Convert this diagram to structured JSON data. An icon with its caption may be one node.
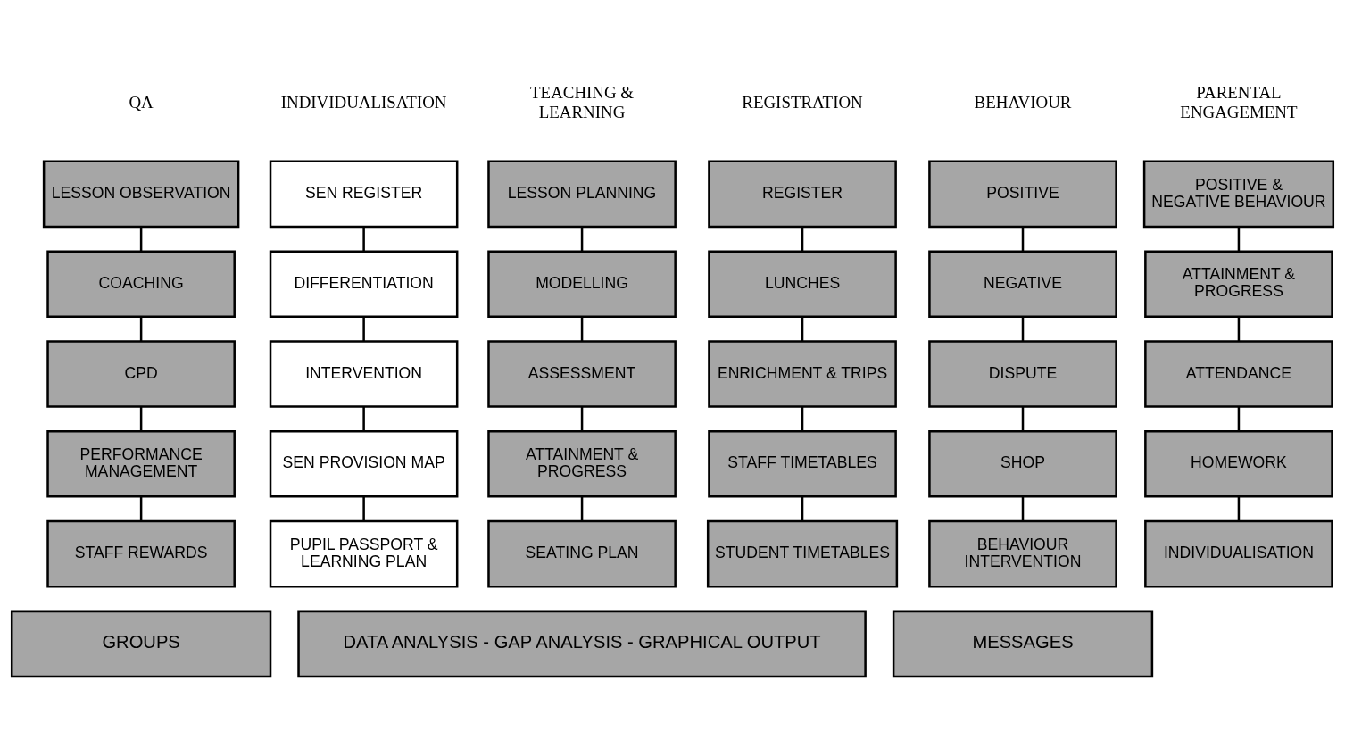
{
  "diagram": {
    "nodes": [
      {
        "text": [
          "LESSON OBSERVATION"
        ]
      },
      {
        "text": [
          "COACHING"
        ]
      },
      {
        "text": [
          "CPD"
        ]
      },
      {
        "text": [
          "PERFORMANCE MANAGEMENT"
        ]
      },
      {
        "text": [
          "STAFF REWARDS"
        ]
      },
      {
        "text": [
          "SEN REGISTER"
        ]
      },
      {
        "text": [
          "DIFFERENTIATION"
        ]
      },
      {
        "text": [
          "INTERVENTION"
        ]
      },
      {
        "text": [
          "SEN PROVISION MAP"
        ]
      },
      {
        "text": [
          "PUPIL PASSPORT & LEARNING PLAN"
        ]
      },
      {
        "text": [
          "LESSON PLANNING"
        ]
      },
      {
        "text": [
          "MODELLING"
        ]
      },
      {
        "text": [
          "ASSESSMENT"
        ]
      },
      {
        "text": [
          "ATTAINMENT & PROGRESS"
        ]
      },
      {
        "text": [
          "SEATING PLAN"
        ]
      },
      {
        "text": [
          "REGISTER"
        ]
      },
      {
        "text": [
          "LUNCHES"
        ]
      },
      {
        "text": [
          "ENRICHMENT & TRIPS"
        ]
      },
      {
        "text": [
          "STAFF TIMETABLES"
        ]
      },
      {
        "text": [
          "STUDENT TIMETABLES"
        ]
      },
      {
        "text": [
          "POSITIVE"
        ]
      },
      {
        "text": [
          "NEGATIVE"
        ]
      },
      {
        "text": [
          "DISPUTE"
        ]
      },
      {
        "text": [
          "SHOP"
        ]
      },
      {
        "text": [
          "BEHAVIOUR INTERVENTION"
        ]
      },
      {
        "text": [
          "POSITIVE & NEGATIVE BEHAVIOUR"
        ]
      },
      {
        "text": [
          "ATTAINMENT & PROGRESS"
        ]
      },
      {
        "text": [
          "ATTENDANCE"
        ]
      },
      {
        "text": [
          "HOMEWORK"
        ]
      },
      {
        "text": [
          "INDIVIDUALISATION"
        ]
      },
      {
        "text": [
          "GROUPS"
        ]
      },
      {
        "text": [
          "DATA ANALYSIS - GAP ANALYSIS - GRAPHICAL OUTPUT"
        ]
      },
      {
        "text": [
          "MESSAGES"
        ]
      }
    ],
    "edges": [
      {
        "from": 0,
        "to": 1,
        "arrow": "none"
      },
      {
        "from": 1,
        "to": 2,
        "arrow": "none"
      },
      {
        "from": 2,
        "to": 3,
        "arrow": "none"
      },
      {
        "from": 3,
        "to": 4,
        "arrow": "none"
      },
      {
        "from": 5,
        "to": 6,
        "arrow": "none"
      },
      {
        "from": 6,
        "to": 7,
        "arrow": "none"
      },
      {
        "from": 7,
        "to": 8,
        "arrow": "none"
      },
      {
        "from": 8,
        "to": 9,
        "arrow": "none"
      },
      {
        "from": 10,
        "to": 11,
        "arrow": "none"
      },
      {
        "from": 11,
        "to": 12,
        "arrow": "none"
      },
      {
        "from": 12,
        "to": 13,
        "arrow": "none"
      },
      {
        "from": 13,
        "to": 14,
        "arrow": "none"
      },
      {
        "from": 15,
        "to": 16,
        "arrow": "none"
      },
      {
        "from": 16,
        "to": 17,
        "arrow": "none"
      },
      {
        "from": 17,
        "to": 18,
        "arrow": "none"
      },
      {
        "from": 18,
        "to": 19,
        "arrow": "none"
      },
      {
        "from": 20,
        "to": 21,
        "arrow": "none"
      },
      {
        "from": 21,
        "to": 22,
        "arrow": "none"
      },
      {
        "from": 22,
        "to": 23,
        "arrow": "none"
      },
      {
        "from": 23,
        "to": 24,
        "arrow": "none"
      },
      {
        "from": 25,
        "to": 26,
        "arrow": "none"
      },
      {
        "from": 26,
        "to": 27,
        "arrow": "none"
      },
      {
        "from": 27,
        "to": 28,
        "arrow": "none"
      },
      {
        "from": 28,
        "to": 29,
        "arrow": "none"
      }
    ],
    "labels": [
      "QA",
      "INDIVIDUALISATION",
      "TEACHING & LEARNING",
      "REGISTRATION",
      "BEHAVIOUR",
      "PARENTAL ENGAGEMENT"
    ]
  }
}
